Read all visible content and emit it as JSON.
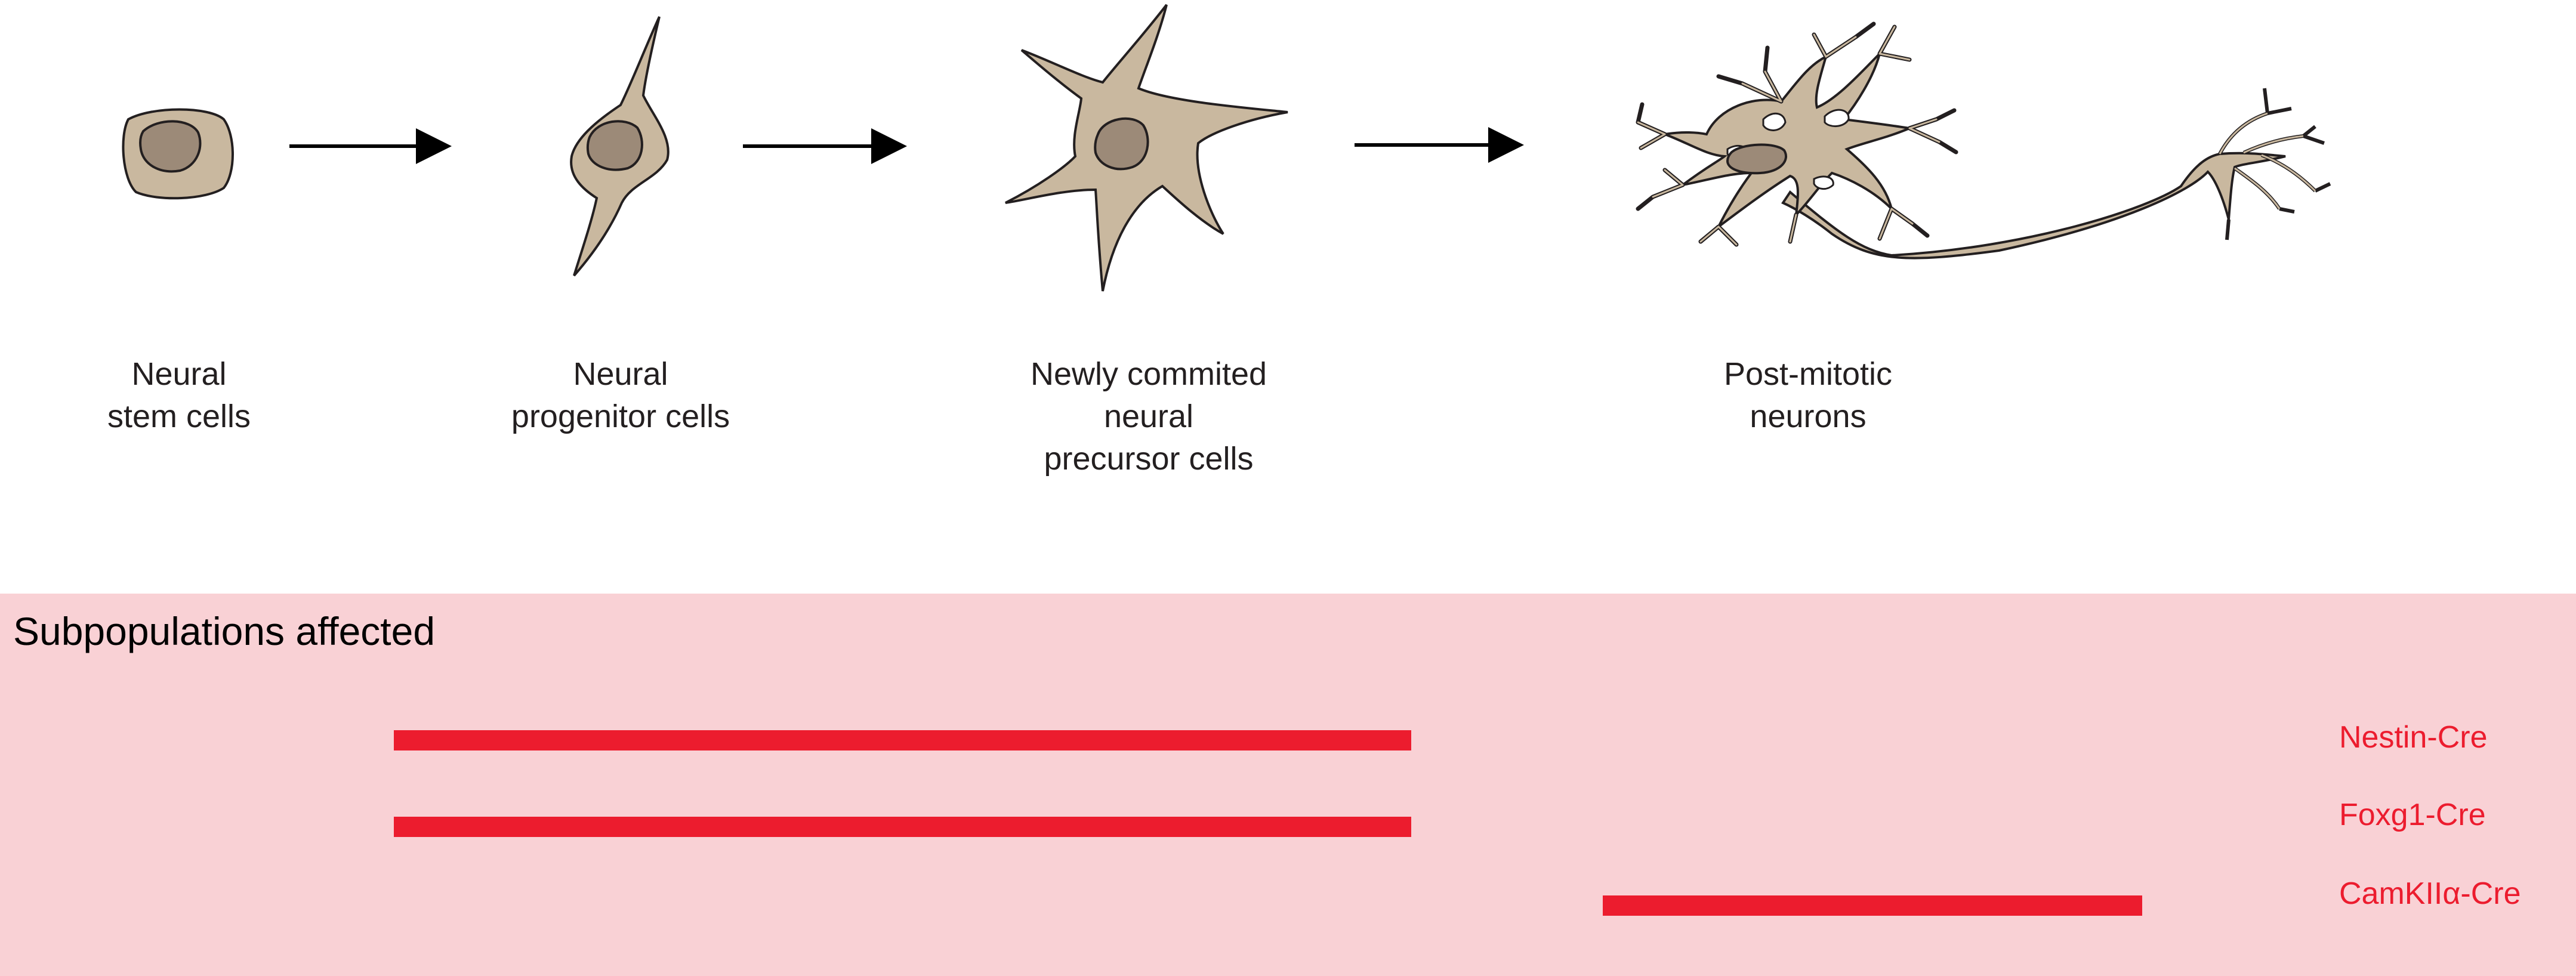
{
  "stages": [
    {
      "id": "stem",
      "label": "Neural\nstem cells",
      "icon": "neural-stem-cell-icon"
    },
    {
      "id": "progenitor",
      "label": "Neural\nprogenitor cells",
      "icon": "neural-progenitor-cell-icon"
    },
    {
      "id": "precursor",
      "label": "Newly commited\nneural\nprecursor cells",
      "icon": "neural-precursor-cell-icon"
    },
    {
      "id": "neuron",
      "label": "Post-mitotic\nneurons",
      "icon": "neuron-icon"
    }
  ],
  "panel": {
    "title": "Subpopulations affected",
    "lines": [
      {
        "label": "Nestin-Cre",
        "from_stage": "Neural stem cells",
        "to_stage": "Newly commited neural precursor cells"
      },
      {
        "label": "Foxg1-Cre",
        "from_stage": "Neural stem cells",
        "to_stage": "Newly commited neural precursor cells"
      },
      {
        "label": "CamKIIα-Cre",
        "from_stage": "Post-mitotic neurons",
        "to_stage": "Post-mitotic neurons"
      }
    ]
  },
  "colors": {
    "panel_background": "#f9d1d5",
    "bar": "#ec1c2e",
    "label_accent": "#ec1c2e",
    "cell_body": "#c9b89f",
    "nucleus": "#9c8a78",
    "outline": "#231f20",
    "text": "#231f20"
  }
}
